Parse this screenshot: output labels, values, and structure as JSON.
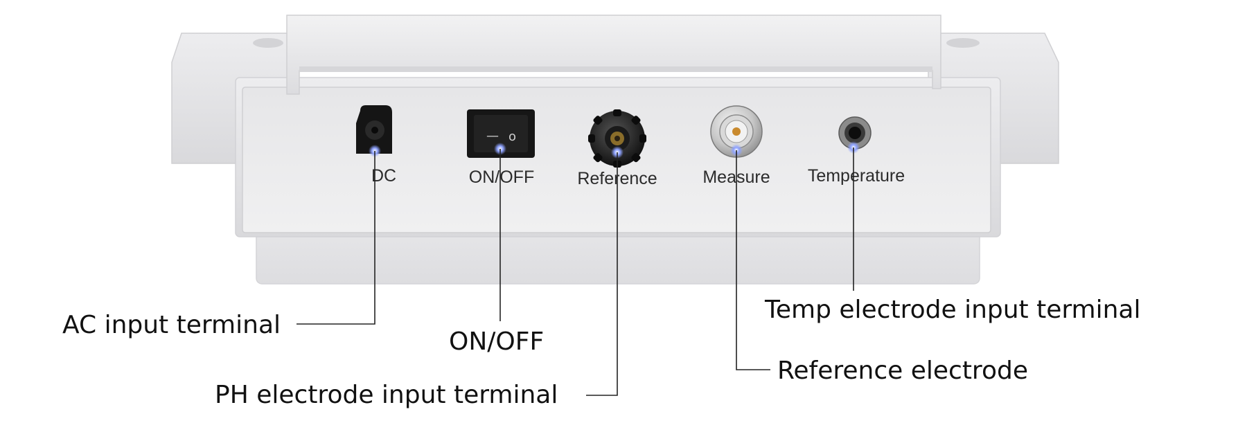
{
  "device": {
    "ports": [
      {
        "name": "dc",
        "label": "DC"
      },
      {
        "name": "on-off",
        "label": "ON/OFF"
      },
      {
        "name": "reference",
        "label": "Reference"
      },
      {
        "name": "measure",
        "label": "Measure"
      },
      {
        "name": "temperature",
        "label": "Temperature"
      }
    ],
    "switch_marks": {
      "off": "—",
      "on": "o"
    }
  },
  "callouts": {
    "ac_input": "AC input terminal",
    "on_off": "ON/OFF",
    "ph_input": "PH electrode input terminal",
    "reference_electrode": "Reference electrode",
    "temp_input": "Temp electrode input terminal"
  },
  "colors": {
    "housing": "#e4e4e6",
    "panel": "#ececee",
    "led": "#6f8bff",
    "leader": "#222222"
  }
}
